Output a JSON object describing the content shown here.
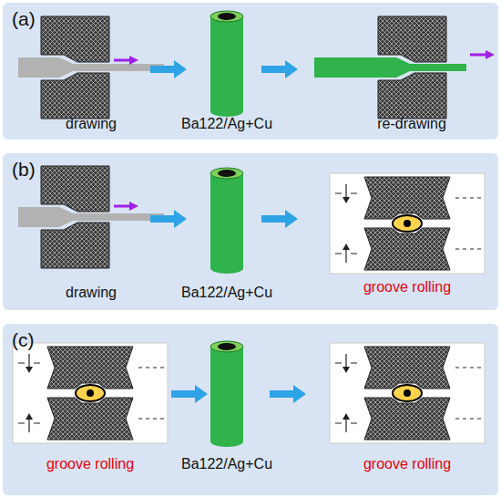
{
  "diagram": {
    "nodes": [
      {
        "text": [
          "(a)"
        ]
      },
      {
        "text": [
          "(b)"
        ]
      },
      {
        "text": [
          "(c)"
        ]
      }
    ],
    "labels": [
      "drawing",
      "Ba122/Ag+Cu",
      "re-drawing",
      "drawing",
      "Ba122/Ag+Cu",
      "groove rolling",
      "groove rolling",
      "Ba122/Ag+Cu",
      "groove rolling"
    ]
  }
}
